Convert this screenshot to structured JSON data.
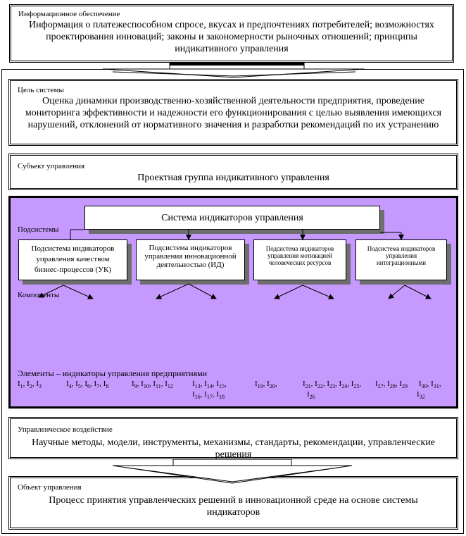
{
  "info": {
    "label": "Информационное обеспечение",
    "text": "Информация о платежеспособном спросе, вкусах и предпочтениях потребителей; возможностях проектирования инноваций; законы и закономерности рыночных отношений; принципы индикативного управления"
  },
  "goal": {
    "label": "Цель системы",
    "text": "Оценка  динамики производственно-хозяйственной деятельности предприятия, проведение мониторинга эффективности и надежности  его функционирования с целью выявления имеющихся нарушений, отклонений от нормативного значения  и разработки рекомендаций по их устранению"
  },
  "subject": {
    "label": "Субъект управления",
    "text": "Проектная группа индикативного управления"
  },
  "system": {
    "title": "Система индикаторов управления",
    "subsystems_label": "Подсистемы",
    "components_label": "Компоненты",
    "elements_label": "Элементы – индикаторы управления предприятиями",
    "subsystems": [
      "Подсистема индикаторов управления качеством бизнес-процессов (УК)",
      "Подсистема индикаторов управления инновационной деятельностью (ИД)",
      "Подсистема индикаторов управления мотивацией человеческих ресурсов",
      "Подсистема индикаторов управления интеграционными"
    ],
    "elements": {
      "e1": "I1, I2, I3",
      "e2": "I4, I5, I6, I7, I8",
      "e3": "I9, I10, I11, I12",
      "e4a": "I13, I14, I15,",
      "e4b": "I16, I17, I18",
      "e5": "I19, I20,",
      "e6a": "I21, I22, I23, I24, I25,",
      "e6b": "I26",
      "e7": "I27, I28, I29",
      "e8a": "I30, I31,",
      "e8b": "I32"
    }
  },
  "impact": {
    "label": "Управленческое воздействие",
    "text": "Научные методы, модели, инструменты, механизмы, стандарты, рекомендации, управленческие решения"
  },
  "object": {
    "label": "Объект управления",
    "text": "Процесс принятия управленческих решений в инновационной среде на основе системы индикаторов"
  }
}
